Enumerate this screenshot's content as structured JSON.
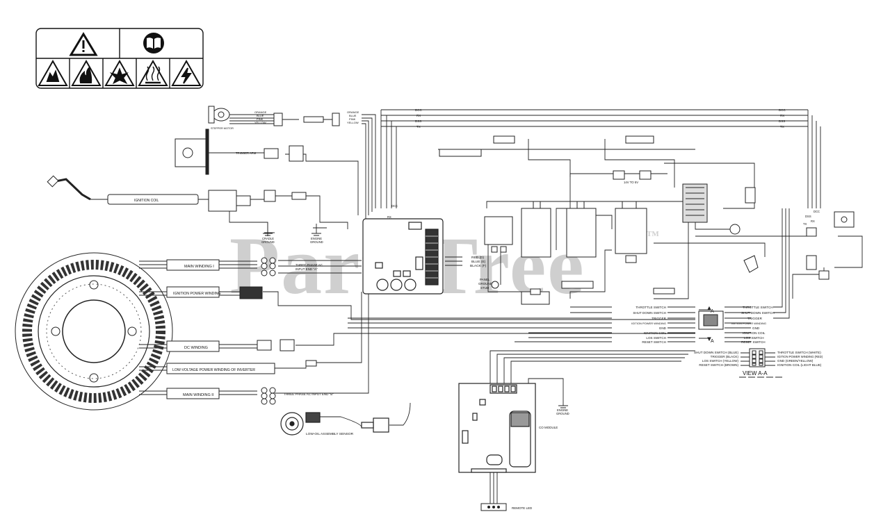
{
  "watermark": "PartsTree",
  "watermark_tm": "TM",
  "stepper": {
    "label": "STEPPER MOTOR",
    "wires": [
      "ORANGE",
      "BLUE",
      "PINK",
      "YELLOW"
    ],
    "wires_right": [
      "ORANGE",
      "BLUE",
      "PINK",
      "YELLOW"
    ]
  },
  "trigger_arm": "TRIGGER ARM",
  "ignition_coil": "IGNITION COIL",
  "cradle_ground": [
    "CRADLE",
    "GROUND"
  ],
  "engine_ground": [
    "ENGINE",
    "GROUND"
  ],
  "engine_ground_bottom": [
    "ENGINE",
    "GROUND"
  ],
  "bus_labels": [
    "DCC",
    "RX",
    "DSS",
    "TX"
  ],
  "bus_labels_right": [
    "DCC",
    "RX",
    "DSS",
    "TX"
  ],
  "inverter_bus": [
    "DCC",
    "RX",
    "TX"
  ],
  "right_bus": [
    "DSS",
    "DCC",
    "RX",
    "TX"
  ],
  "v14_to_5": "14V TO 5V",
  "stator": {
    "main_winding_1": "MAIN WINDING I",
    "ignition_power_winding": "IGNITION POWER WINDING",
    "dc_winding": "DC WINDING",
    "lv_winding": "LOW-VOLTAGE POWER WINDING OF INVERTER",
    "main_winding_2": "MAIN WINDING II"
  },
  "three_phase_a": [
    "THREE PHASE AC",
    "INPUT END \"A\""
  ],
  "three_phase_b": "THREE PHASE AC INPUT END \"B\"",
  "output_wires": [
    "RED (D)",
    "BLUE (E)",
    "BLACK (F)"
  ],
  "panel_ground": [
    "PANEL",
    "GROUND",
    "STUD"
  ],
  "switch_labels_left": [
    "THROTTLE SWITCH",
    "SHUT DOWN SWITCH",
    "TRIGGER",
    "IGITION POWER WINDING",
    "GND",
    "IGNITION COIL",
    "LOS SWITCH",
    "RESET SWITCH"
  ],
  "switch_labels_right": [
    "THROTTLE SWITCH",
    "SHUT DOWN SWITCH",
    "TRIGGER",
    "IGITION POWER WINDING",
    "GND",
    "IGNITION COIL",
    "LOS SWITCH",
    "RESET SWITCH"
  ],
  "section_marker": "A",
  "view_aa": {
    "title": "VIEW A-A",
    "left": [
      "SHUT DOWN SWITCH (BLUE)",
      "TRIGGER (BLACK)",
      "LOS SWITCH (YELLOW)",
      "RESET SWITCH (BROWN)"
    ],
    "right": [
      "THROTTLE SWITCH (WHITE)",
      "IGITION POWER WINDING (RED)",
      "GND (GREEN/YELLOW)",
      "IGNITION COIL (LIGHT BLUE)"
    ]
  },
  "co_module": "CO MODULE",
  "remote_led": "REMOTE LED",
  "low_oil": "LOW-OIL ASSEMBLY SENSOR",
  "colors": {
    "line": "#1a1a1a",
    "watermark": "#cfcfcf",
    "background": "#ffffff"
  },
  "icons": [
    "warning-icon",
    "manual-icon",
    "explosion-hazard-icon",
    "fire-hazard-icon",
    "burst-hazard-icon",
    "hot-surface-icon",
    "electric-shock-icon"
  ]
}
